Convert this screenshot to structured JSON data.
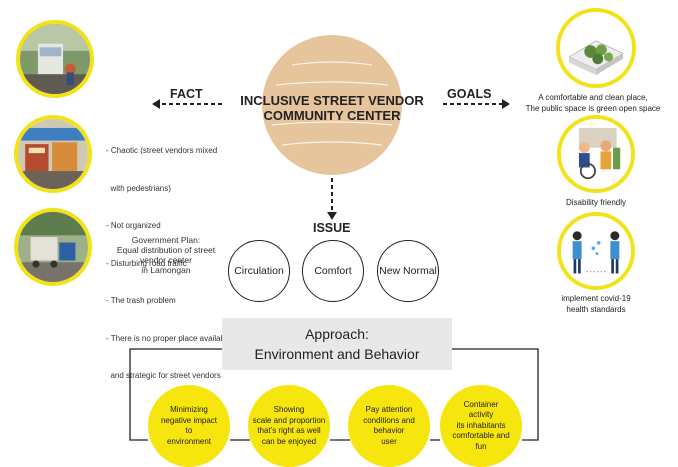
{
  "center": {
    "title_line1": "INCLUSIVE STREET VENDOR",
    "title_line2": "COMMUNITY CENTER"
  },
  "fact": {
    "label": "FACT",
    "items": [
      "- Chaotic (street vendors mixed",
      "  with pedestrians)",
      "- Not organized",
      "- Disturbing road traffic",
      "- The trash problem",
      "- There is no proper place available",
      "  and strategic for street vendors"
    ],
    "government_plan": [
      "Government Plan:",
      "Equal distribution of street",
      "vendor center",
      "in Lamongan"
    ]
  },
  "goals": {
    "label": "GOALS",
    "goal1": [
      "A comfortable and clean place,",
      "The public space is green open space"
    ],
    "goal2": [
      "Disability friendly"
    ],
    "goal3": [
      "implement covid-19",
      "health standards"
    ]
  },
  "issue": {
    "label": "ISSUE",
    "items": [
      "Circulation",
      "Comfort",
      "New Normal"
    ]
  },
  "approach": {
    "line1": "Approach:",
    "line2": "Environment and Behavior",
    "items": [
      [
        "Minimizing",
        "negative impact",
        "to",
        "environment"
      ],
      [
        "Showing",
        "scale and proportion",
        "that's right as well",
        "can be enjoyed"
      ],
      [
        "Pay attention",
        "conditions and",
        "behavior",
        "user"
      ],
      [
        "Container",
        "activity",
        "its inhabitants",
        "comfortable and",
        "fun"
      ]
    ]
  },
  "colors": {
    "accent_yellow": "#f6e60e",
    "center_fill": "#e6c49c",
    "approach_box": "#e8e8e8"
  },
  "icons": [
    "street-vendor-photo",
    "market-stall-photo",
    "street-cart-photo",
    "green-space-render",
    "disability-illustration",
    "covid-distancing-illustration"
  ]
}
